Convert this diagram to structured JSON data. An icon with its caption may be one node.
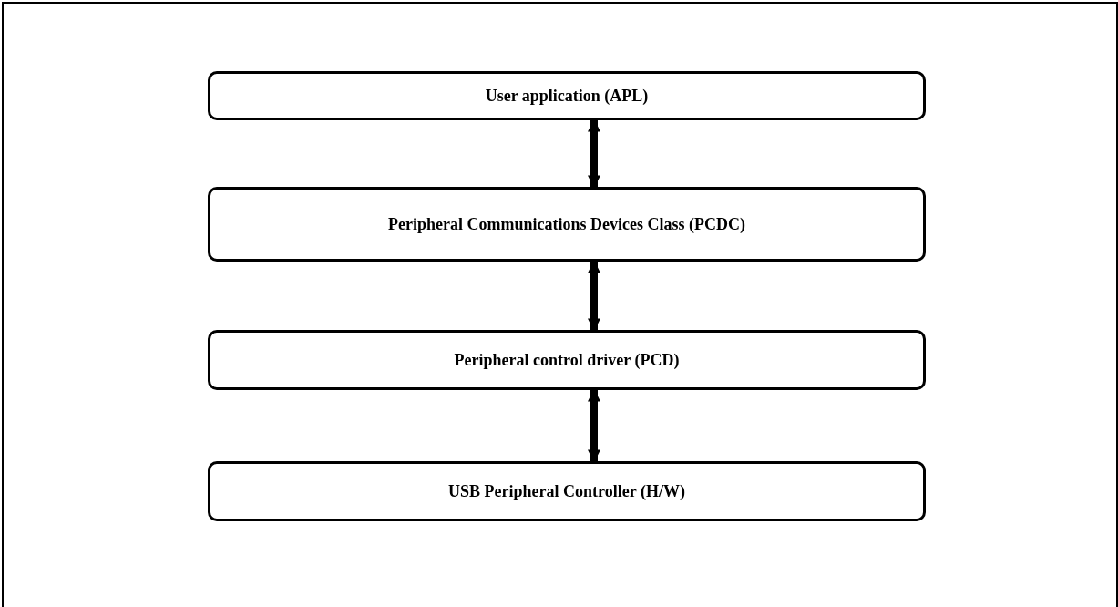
{
  "diagram": {
    "nodes": [
      {
        "text": [
          "User application (APL)"
        ]
      },
      {
        "text": [
          "Peripheral Communications Devices Class (PCDC)"
        ]
      },
      {
        "text": [
          "Peripheral control driver (PCD)"
        ]
      },
      {
        "text": [
          "USB Peripheral Controller (H/W)"
        ]
      }
    ],
    "edges": [
      {
        "from": 0,
        "to": 1,
        "arrow": "both"
      },
      {
        "from": 1,
        "to": 2,
        "arrow": "both"
      },
      {
        "from": 2,
        "to": 3,
        "arrow": "both"
      }
    ]
  }
}
